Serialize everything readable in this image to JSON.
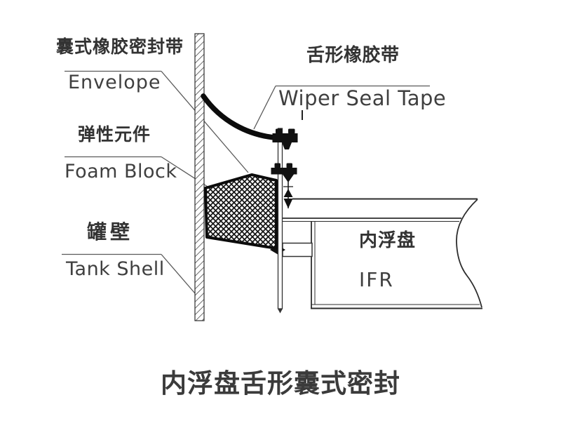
{
  "diagram_title": "内浮盘舌形囊式密封",
  "callouts": {
    "envelope": {
      "zh": "囊式橡胶密封带",
      "en": "Envelope"
    },
    "foam_block": {
      "zh": "弹性元件",
      "en": "Foam Block"
    },
    "tank_shell": {
      "zh": "罐壁",
      "en": "Tank Shell"
    },
    "wiper_seal_tape": {
      "zh": "舌形橡胶带",
      "en": "Wiper Seal Tape"
    },
    "internal_floating_roof": {
      "zh": "内浮盘",
      "en": "IFR"
    }
  },
  "colors": {
    "background": "#ffffff",
    "line_ink": "#1a1a1a",
    "leader_gray": "#5a5a5a",
    "text": "#3a3a3a"
  }
}
